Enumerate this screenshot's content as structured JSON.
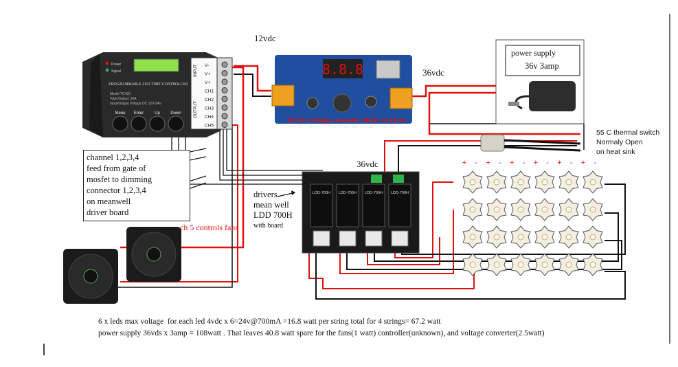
{
  "labels": {
    "v12": "12vdc",
    "v36_top": "36vdc",
    "v36_mid": "36vdc",
    "dcdc": "DC-DC voltage converter 36vdc to 12vdc",
    "thermal_switch": [
      "55 C thermal switch",
      "Normaly Open",
      "on heat sink"
    ],
    "drivers": [
      "drivers",
      "mean well",
      "LDD 700H",
      "with board"
    ],
    "fans": "ch 5 controls fans"
  },
  "power_supply": {
    "title": "power supply",
    "rating": "36v 3amp"
  },
  "channel_note": [
    "channel 1,2,3,4",
    "feed from gate of",
    "mosfet to dimming",
    "connector 1,2,3,4",
    "on meanwell",
    "driver board"
  ],
  "controller": {
    "title": "PROGRAMMABLE LED TIME CONTROLLER",
    "buttons": [
      "Menu",
      "Enter",
      "Up",
      "Down"
    ],
    "input_label": "INPUT",
    "output_label": "OUTPUT",
    "terminals": [
      "V-",
      "V+",
      "V+",
      "CH1",
      "CH2",
      "CH3",
      "CH4",
      "CH5"
    ],
    "specs": [
      "Model TC420",
      "Total Output: 20A",
      "Input/Output Voltage DC 12V-24V"
    ],
    "leds": [
      "Power",
      "Signal"
    ]
  },
  "driver_modules": [
    "LDD-700H",
    "LDD-700H",
    "LDD-700H",
    "LDD-700H"
  ],
  "led_polarity": [
    "+",
    "-",
    "+",
    "-",
    "+",
    "-",
    "+",
    "-",
    "+",
    "-",
    "+",
    "-"
  ],
  "footer": [
    "6 x leds max voltage  for each led 4vdc x 6=24v@700mA =16.8 watt per string total for 4 strings= 67.2 watt",
    "power supply 36vds x 3amp = 108watt . That leaves 40.8 watt spare for the fans(1 watt) controller(unknown), and voltage converter(2.5watt)"
  ],
  "colors": {
    "wire_red": "#e01010",
    "wire_black": "#111111",
    "controller_body": "#2a2a2a",
    "pcb_blue": "#1f4f9e",
    "terminal_orange": "#f0a020",
    "lcd_green": "#8fe04a",
    "led_star": "#f4efe2"
  }
}
